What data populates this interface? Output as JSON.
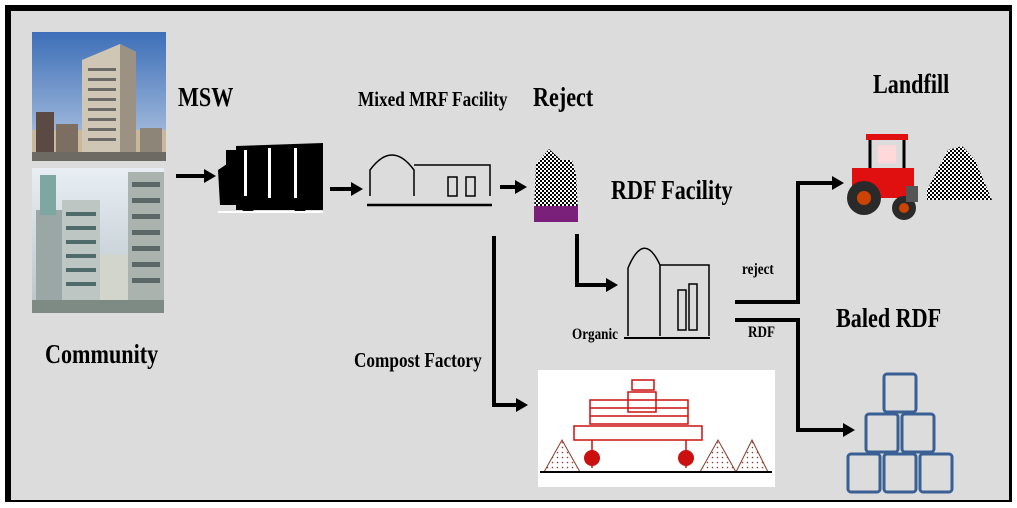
{
  "labels": {
    "msw": "MSW",
    "mixed_mrf": "Mixed MRF Facility",
    "reject_top": "Reject",
    "landfill": "Landfill",
    "rdf_facility": "RDF Facility",
    "reject_small": "reject",
    "baled_rdf": "Baled RDF",
    "rdf_small": "RDF",
    "organic": "Organic",
    "community": "Community",
    "compost_factory": "Compost Factory"
  },
  "colors": {
    "background": "#dcdcdc",
    "reject_pile": "#7a1f7a",
    "tractor": "#e01010",
    "compost_machine": "#cc1010",
    "bales": "#3a5f94"
  }
}
